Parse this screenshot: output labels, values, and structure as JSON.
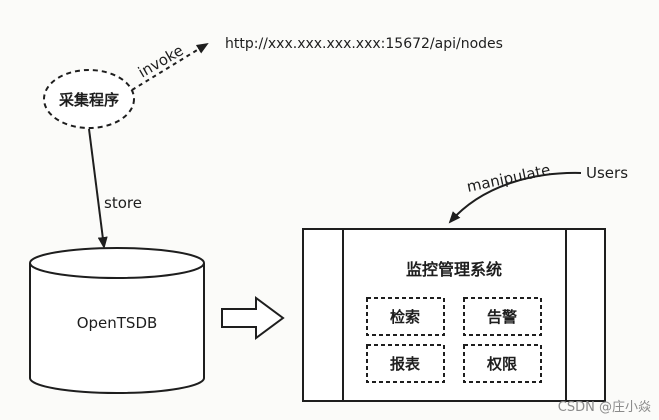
{
  "collector": {
    "label": "采集程序"
  },
  "invoke_label": "invoke",
  "api_url": "http://xxx.xxx.xxx.xxx:15672/api/nodes",
  "store_label": "store",
  "database": {
    "label": "OpenTSDB"
  },
  "manipulate_label": "manipulate",
  "users_label": "Users",
  "monitor_system": {
    "title": "监控管理系统",
    "modules": [
      {
        "label": "检索"
      },
      {
        "label": "告警"
      },
      {
        "label": "报表"
      },
      {
        "label": "权限"
      }
    ]
  },
  "watermark": "CSDN @庄小焱"
}
